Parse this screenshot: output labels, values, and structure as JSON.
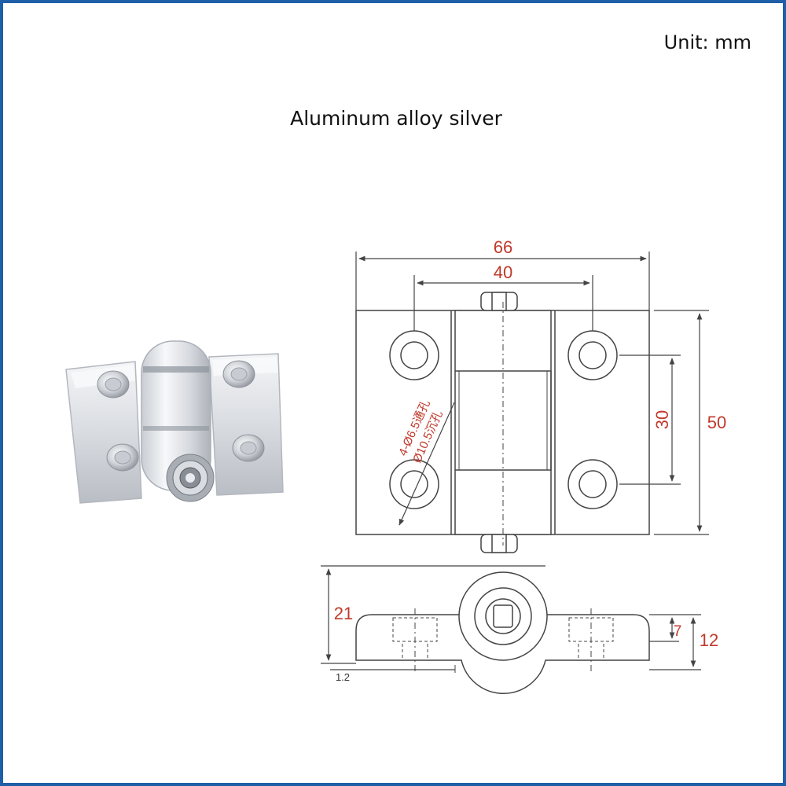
{
  "header": {
    "unit_label": "Unit:  mm",
    "title": "Aluminum alloy silver"
  },
  "dimensions": {
    "overall_width": "66",
    "hole_spacing_horizontal": "40",
    "hole_spacing_vertical": "30",
    "overall_height": "50",
    "total_thickness": "21",
    "leaf_thickness": "12",
    "counterbore_depth": "7",
    "base_offset": "1.2",
    "hole_spec_line1": "4-Ø6.5通孔",
    "hole_spec_line2": "Ø10.5沉孔"
  },
  "colors": {
    "dimension_text": "#c0392b",
    "frame_border": "#1f5fa8",
    "line": "#444444"
  }
}
